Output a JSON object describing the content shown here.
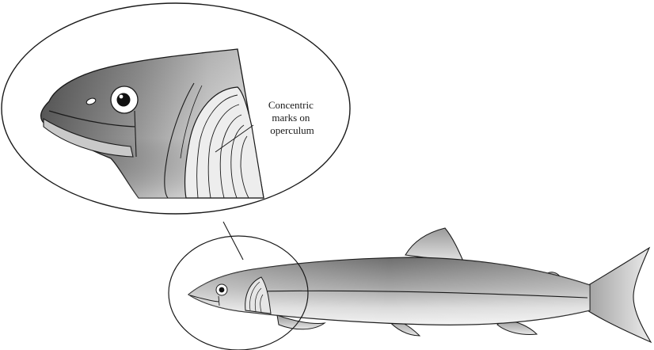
{
  "annotation": {
    "lines": [
      "Concentric",
      "marks on",
      "operculum"
    ]
  }
}
